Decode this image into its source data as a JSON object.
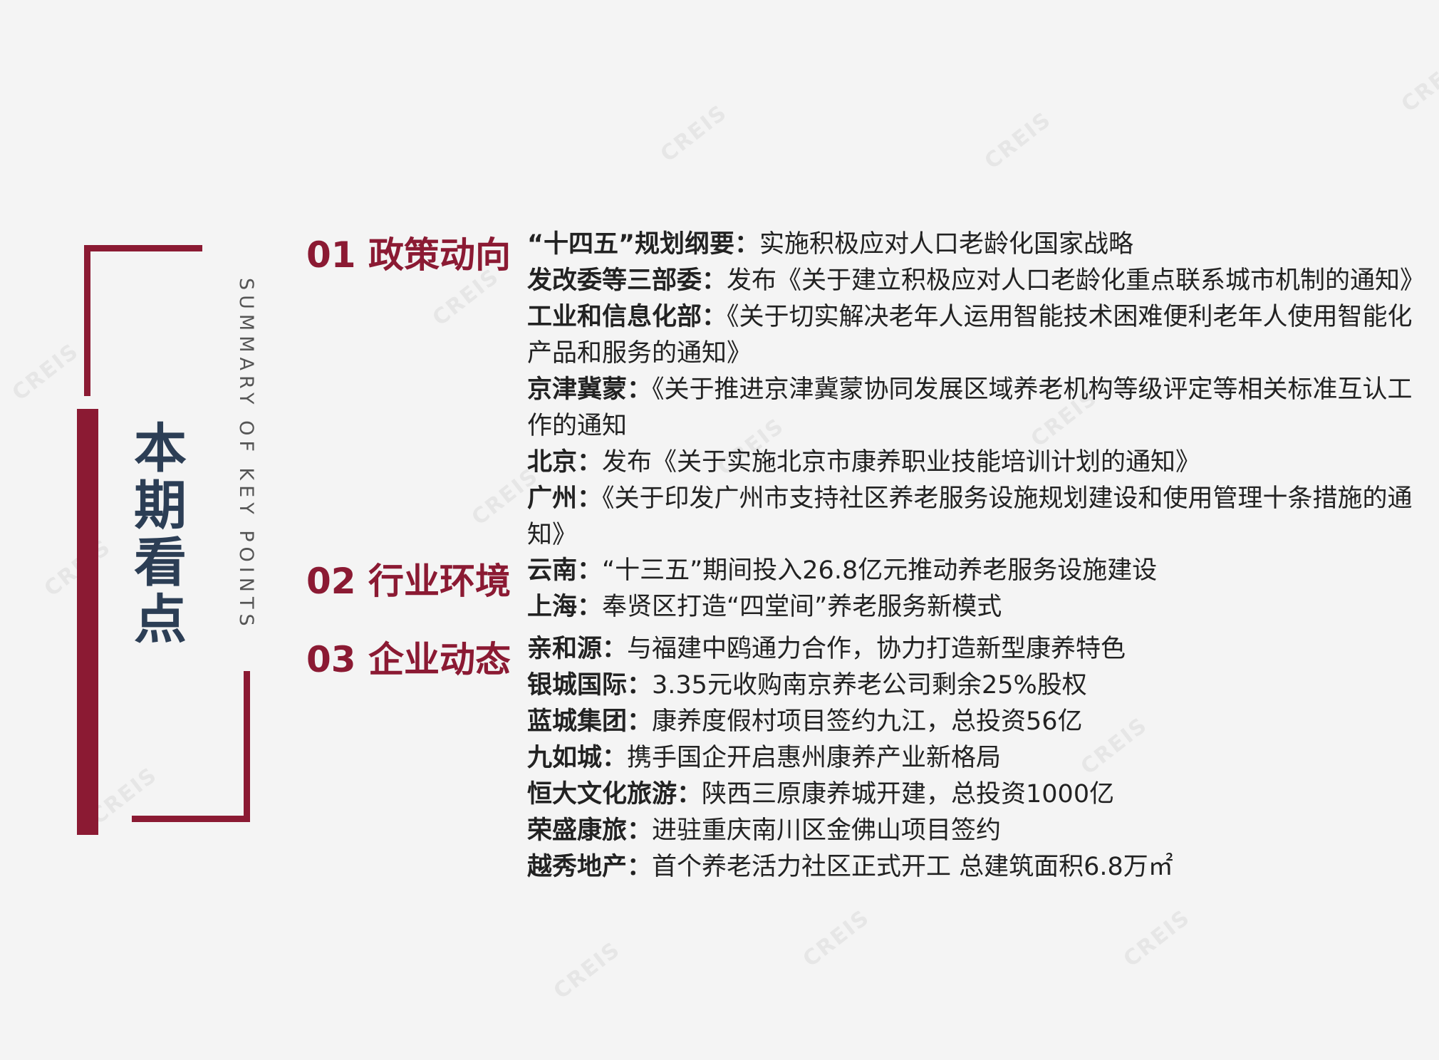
{
  "title_chars": [
    "本",
    "期",
    "看",
    "点"
  ],
  "subtitle_en": "SUMMARY OF KEY POINTS",
  "watermark": "CREIS",
  "colors": {
    "accent": "#8b1a33",
    "title": "#2c3e55",
    "background": "#f4f4f4"
  },
  "sections": [
    {
      "label": "01 政策动向",
      "items": [
        {
          "key": "“十四五”规划纲要：",
          "value": "实施积极应对人口老龄化国家战略"
        },
        {
          "key": "发改委等三部委：",
          "value": "发布《关于建立积极应对人口老龄化重点联系城市机制的通知》"
        },
        {
          "key": "工业和信息化部：",
          "value": "《关于切实解决老年人运用智能技术困难便利老年人使用智能化产品和服务的通知》"
        },
        {
          "key": "京津冀蒙：",
          "value": "《关于推进京津冀蒙协同发展区域养老机构等级评定等相关标准互认工作的通知"
        },
        {
          "key": "北京：",
          "value": "发布《关于实施北京市康养职业技能培训计划的通知》"
        },
        {
          "key": "广州：",
          "value": "《关于印发广州市支持社区养老服务设施规划建设和使用管理十条措施的通知》"
        }
      ]
    },
    {
      "label": "02 行业环境",
      "items": [
        {
          "key": "云南：",
          "value": "“十三五”期间投入26.8亿元推动养老服务设施建设"
        },
        {
          "key": "上海：",
          "value": "奉贤区打造“四堂间”养老服务新模式"
        }
      ]
    },
    {
      "label": "03 企业动态",
      "items": [
        {
          "key": "亲和源：",
          "value": "与福建中鸥通力合作，协力打造新型康养特色"
        },
        {
          "key": "银城国际：",
          "value": "3.35元收购南京养老公司剩余25%股权"
        },
        {
          "key": "蓝城集团：",
          "value": "康养度假村项目签约九江，总投资56亿"
        },
        {
          "key": "九如城：",
          "value": "携手国企开启惠州康养产业新格局"
        },
        {
          "key": "恒大文化旅游：",
          "value": "陕西三原康养城开建，总投资1000亿"
        },
        {
          "key": "荣盛康旅：",
          "value": "进驻重庆南川区金佛山项目签约"
        },
        {
          "key": "越秀地产：",
          "value": "首个养老活力社区正式开工 总建筑面积6.8万㎡"
        }
      ]
    }
  ]
}
